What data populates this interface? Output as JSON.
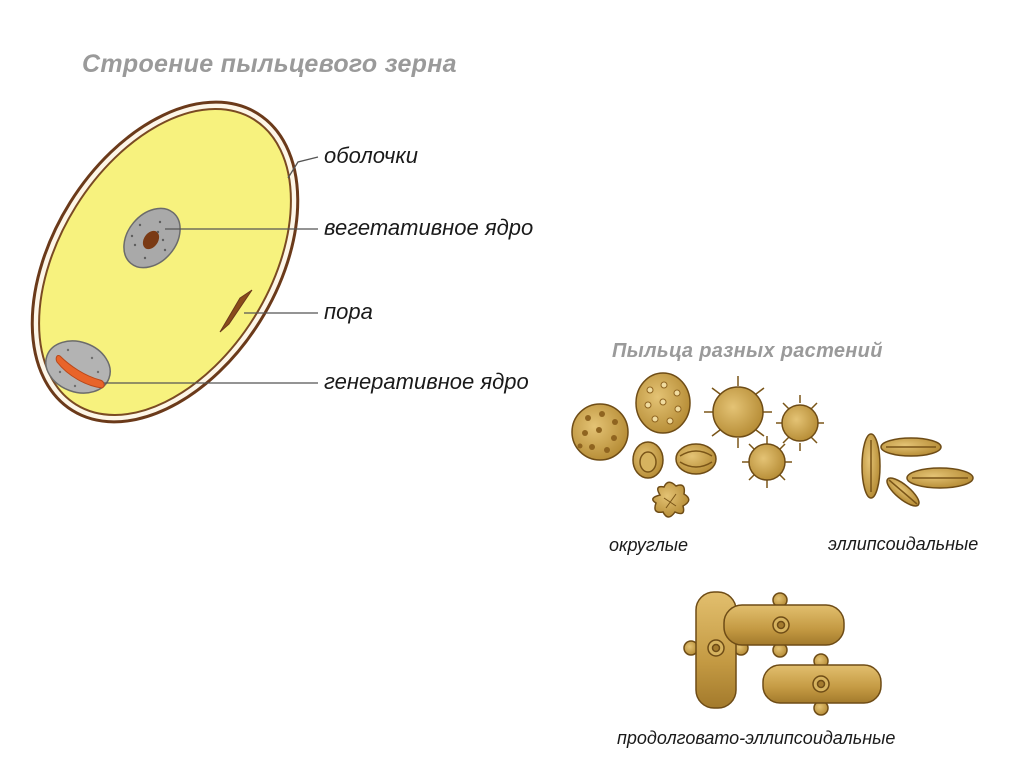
{
  "structure": {
    "title": "Строение пыльцевого зерна",
    "labels": {
      "shells": "оболочки",
      "vegetative_nucleus": "вегетативное ядро",
      "pore": "пора",
      "generative_nucleus": "генеративное ядро"
    }
  },
  "pollen_types": {
    "title": "Пыльца разных растений",
    "labels": {
      "round": "округлые",
      "ellipsoidal": "эллипсоидальные",
      "oblong_ellipsoidal": "продолговато-эллипсоидальные"
    }
  },
  "colors": {
    "cytoplasm": "#f7f27e",
    "shell_brown": "#6b3a1a",
    "pollen_tan": "#c9a24a",
    "nucleus_gray": "#a9a9a9",
    "generative_orange": "#e8642a"
  }
}
